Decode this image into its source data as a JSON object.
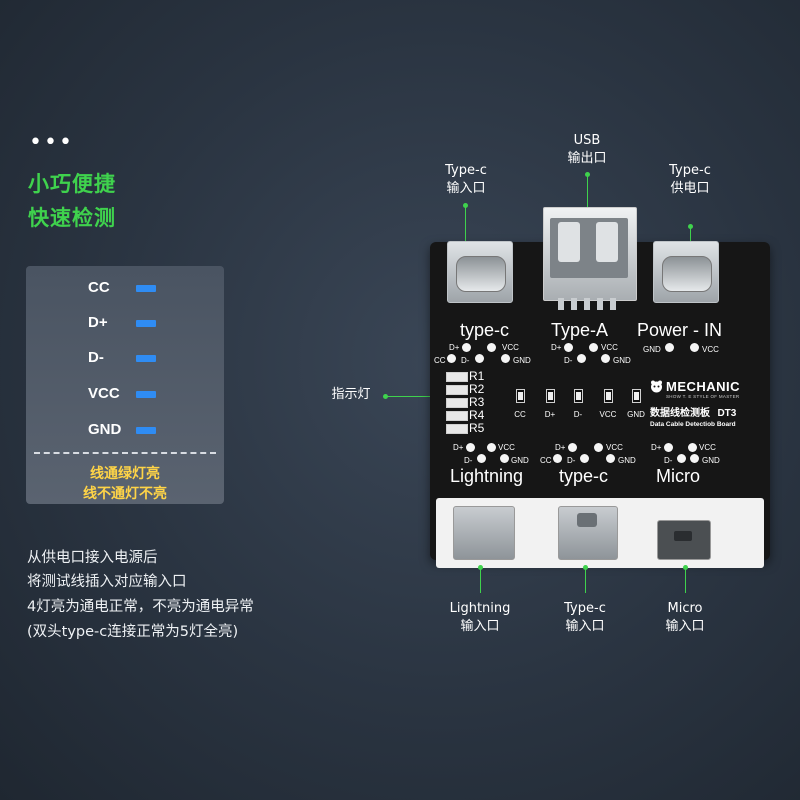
{
  "left": {
    "dots": "•••",
    "headline1": "小巧便捷",
    "headline2": "快速检测",
    "legend": {
      "rows": [
        {
          "label": "CC",
          "color": "#2f8cf3"
        },
        {
          "label": "D+",
          "color": "#2f8cf3"
        },
        {
          "label": "D-",
          "color": "#2f8cf3"
        },
        {
          "label": "VCC",
          "color": "#2f8cf3"
        },
        {
          "label": "GND",
          "color": "#2f8cf3"
        }
      ],
      "note1": "线通绿灯亮",
      "note2": "线不通灯不亮"
    },
    "instructions": [
      "从供电口接入电源后",
      "将测试线插入对应输入口",
      "4灯亮为通电正常，不亮为通电异常",
      "(双头type-c连接正常为5灯全亮)"
    ]
  },
  "callouts": {
    "usb": [
      "USB",
      "输出口"
    ],
    "typec_in": [
      "Type-c",
      "输入口"
    ],
    "typec_power": [
      "Type-c",
      "供电口"
    ],
    "indicator": "指示灯",
    "lightning": [
      "Lightning",
      "输入口"
    ],
    "typec_bottom": [
      "Type-c",
      "输入口"
    ],
    "micro": [
      "Micro",
      "输入口"
    ]
  },
  "board": {
    "top_labels": {
      "typec": "type-c",
      "typea": "Type-A",
      "power": "Power - IN"
    },
    "pins_typec_top": {
      "dplus": "D+",
      "dminus": "D-",
      "vcc": "VCC",
      "cc": "CC",
      "gnd": "GND"
    },
    "pins_typea": {
      "dplus": "D+",
      "dminus": "D-",
      "vcc": "VCC",
      "gnd": "GND"
    },
    "pins_power": {
      "gnd": "GND",
      "vcc": "VCC"
    },
    "resistors": [
      "R1",
      "R2",
      "R3",
      "R4",
      "R5"
    ],
    "leds": [
      "CC",
      "D+",
      "D-",
      "VCC",
      "GND"
    ],
    "brand": {
      "logo": "MECHANIC",
      "tagline": "SHOW T. E STYLE OF MASTER",
      "name_cn": "数据线检测板",
      "model": "DT3",
      "name_en": "Data Cable Detectiob Board"
    },
    "pins_lightning": {
      "dplus": "D+",
      "dminus": "D-",
      "vcc": "VCC",
      "gnd": "GND"
    },
    "pins_typec_bottom": {
      "dplus": "D+",
      "dminus": "D-",
      "vcc": "VCC",
      "cc": "CC",
      "gnd": "GND"
    },
    "pins_micro": {
      "dplus": "D+",
      "dminus": "D-",
      "vcc": "VCC",
      "gnd": "GND"
    },
    "bottom_labels": {
      "lightning": "Lightning",
      "typec": "type-c",
      "micro": "Micro"
    }
  },
  "colors": {
    "accent_green": "#3fd24d",
    "led_blue": "#2f8cf3",
    "note_yellow": "#ffd447"
  }
}
